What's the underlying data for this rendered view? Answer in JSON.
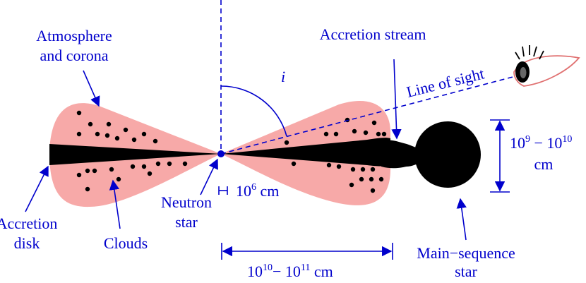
{
  "colors": {
    "label_blue": "#0000cc",
    "dust": "#f7a9a8",
    "body": "#000000",
    "eye_outline": "#e07070"
  },
  "labels": {
    "atmosphere_line1": "Atmosphere",
    "atmosphere_line2": "and corona",
    "accretion_stream": "Accretion stream",
    "line_of_sight": "Line of sight",
    "inclination": "i",
    "scale_ns_base": "10",
    "scale_ns_exp": "6",
    "scale_ns_unit": " cm",
    "neutron_line1": "Neutron",
    "neutron_line2": "star",
    "accretion_disk_line1": "Accretion",
    "accretion_disk_line2": "disk",
    "clouds": "Clouds",
    "ms_star_line1": "Main−sequence",
    "ms_star_line2": "star",
    "star_size_a_base": "10",
    "star_size_a_exp": "9",
    "star_size_dash": " − ",
    "star_size_b_base": "10",
    "star_size_b_exp": "10",
    "star_size_unit": "cm",
    "separation_a_base": "10",
    "separation_a_exp": "10",
    "separation_dash": "− ",
    "separation_b_base": "10",
    "separation_b_exp": "11",
    "separation_unit": " cm"
  },
  "icons": [
    "eye-icon"
  ]
}
